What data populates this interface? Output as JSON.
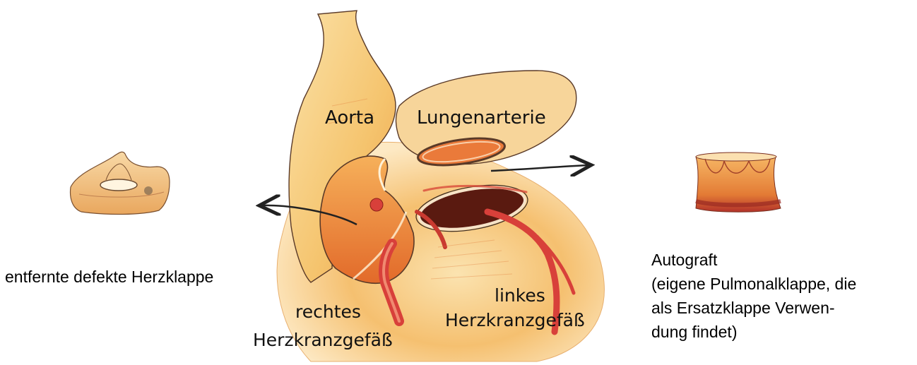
{
  "labels": {
    "aorta": "Aorta",
    "pulmonary_artery": "Lungenarterie",
    "right_coronary_line1": "rechtes",
    "right_coronary_line2": "Herzkranzgefäß",
    "left_coronary_line1": "linkes",
    "left_coronary_line2": "Herzkranzgefäß",
    "removed_valve": "entfernte defekte Herzklappe",
    "autograft_title": "Autograft",
    "autograft_desc_line1": "(eigene Pulmonalklappe, die",
    "autograft_desc_line2": "als Ersatzklappe Verwen-",
    "autograft_desc_line3": "dung findet)"
  },
  "colors": {
    "tissue_light": "#f6d28a",
    "tissue_mid": "#f0a24a",
    "tissue_dark": "#e0702a",
    "vessel_red": "#d8403a",
    "lumen_dark": "#5a1a10",
    "outline": "#3a2a20",
    "valve_ring": "#b02a20"
  }
}
